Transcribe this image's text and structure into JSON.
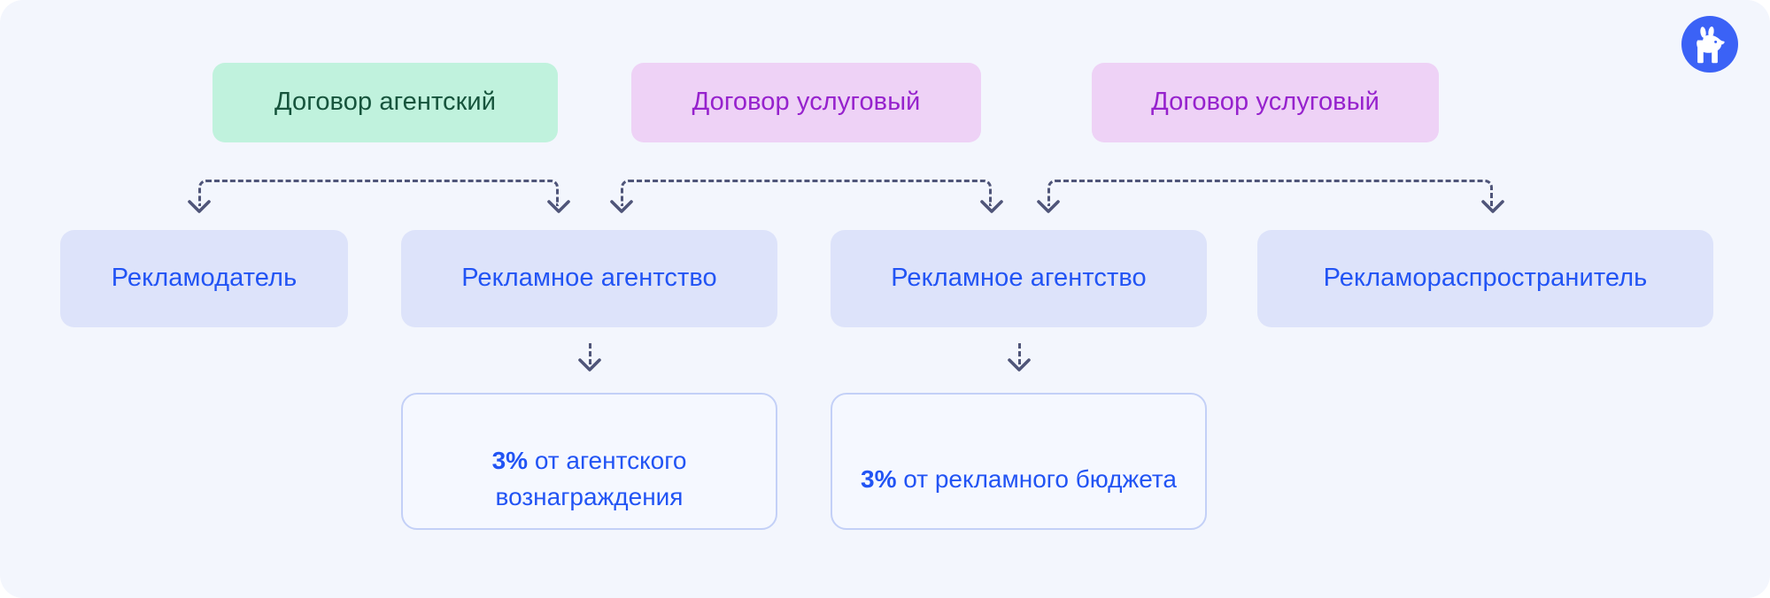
{
  "page": {
    "background_color": "#f3f6fd",
    "title": "Схема договоров и отчислений в рекламной цепочке"
  },
  "logo": {
    "name": "llama-logo",
    "circle_color": "#3b62f6",
    "mark_color": "#ffffff"
  },
  "colors": {
    "green_box_bg": "#c0f2dd",
    "green_box_text": "#16543c",
    "purple_box_bg": "#eed2f6",
    "purple_box_text": "#9622cd",
    "blue_box_bg": "#dde3fa",
    "blue_box_text": "#2254f4",
    "outline_box_border": "#c3d0f7",
    "connector": "#4f5579"
  },
  "contracts": [
    {
      "id": "contract-agency",
      "label": "Договор агентский",
      "variant": "green"
    },
    {
      "id": "contract-service-1",
      "label": "Договор услуговый",
      "variant": "purple"
    },
    {
      "id": "contract-service-2",
      "label": "Договор услуговый",
      "variant": "purple"
    }
  ],
  "parties": [
    {
      "id": "party-advertiser",
      "label": "Рекламодатель"
    },
    {
      "id": "party-agency-1",
      "label": "Рекламное агентство"
    },
    {
      "id": "party-agency-2",
      "label": "Рекламное агентство"
    },
    {
      "id": "party-distributor",
      "label": "Рекламораспространитель"
    }
  ],
  "fees": [
    {
      "id": "fee-agency-commission",
      "percent": "3%",
      "rest": " от агентского вознаграждения"
    },
    {
      "id": "fee-ad-budget",
      "percent": "3%",
      "rest": " от рекламного бюджета"
    }
  ],
  "connectors": {
    "style": "dashed",
    "links": [
      {
        "from": "contract-agency",
        "to": [
          "party-advertiser",
          "party-agency-1"
        ]
      },
      {
        "from": "contract-service-1",
        "to": [
          "party-agency-1",
          "party-agency-2"
        ]
      },
      {
        "from": "contract-service-2",
        "to": [
          "party-agency-2",
          "party-distributor"
        ]
      },
      {
        "from": "party-agency-1",
        "to": [
          "fee-agency-commission"
        ]
      },
      {
        "from": "party-agency-2",
        "to": [
          "fee-ad-budget"
        ]
      }
    ]
  }
}
